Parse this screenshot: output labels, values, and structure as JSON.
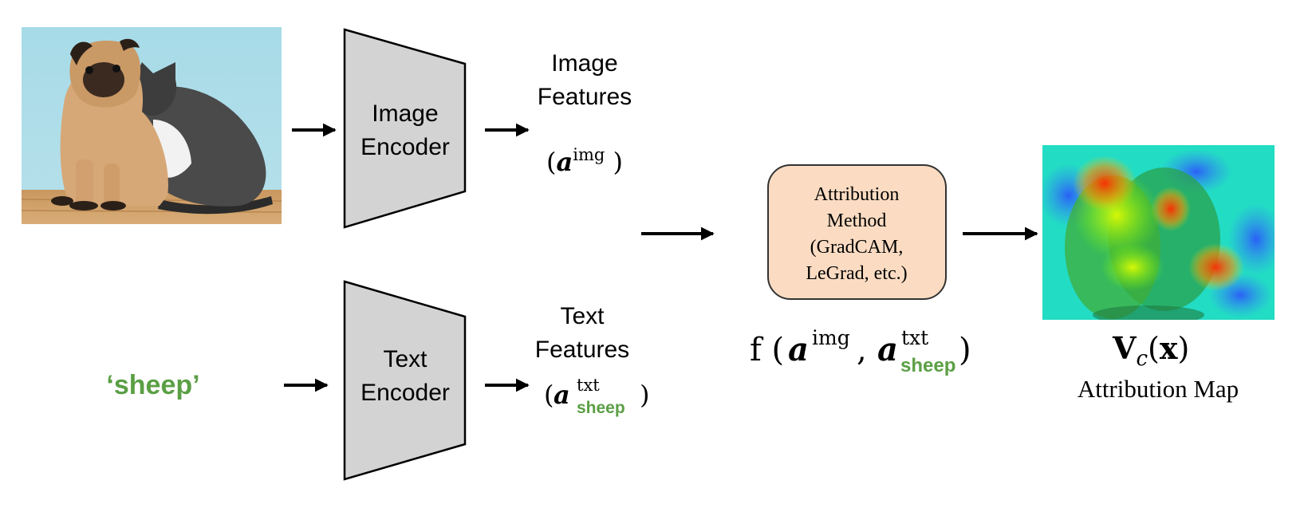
{
  "image_encoder": {
    "line1": "Image",
    "line2": "Encoder"
  },
  "text_encoder": {
    "line1": "Text",
    "line2": "Encoder"
  },
  "image_features": {
    "line1": "Image",
    "line2": "Features",
    "symbol": "a",
    "sup": "img"
  },
  "text_features": {
    "line1": "Text",
    "line2": "Features",
    "symbol": "a",
    "sup": "txt",
    "sub": "sheep"
  },
  "text_prompt": "‘sheep’",
  "attribution_box": {
    "line1": "Attribution",
    "line2": "Method",
    "line3": "(GradCAM,",
    "line4": "LeGrad, etc.)"
  },
  "formula": {
    "func": "f",
    "sym1": "a",
    "sup1": "img",
    "sym2": "a",
    "sup2": "txt",
    "sub2": "sheep"
  },
  "attribution_map": {
    "symbol": "V",
    "sub": "c",
    "arg": "x",
    "label": "Attribution Map"
  },
  "colors": {
    "encoder_fill": "#d3d3d3",
    "box_fill": "#fbdcc2",
    "green_text": "#5b9f45",
    "arrow": "#000000"
  }
}
